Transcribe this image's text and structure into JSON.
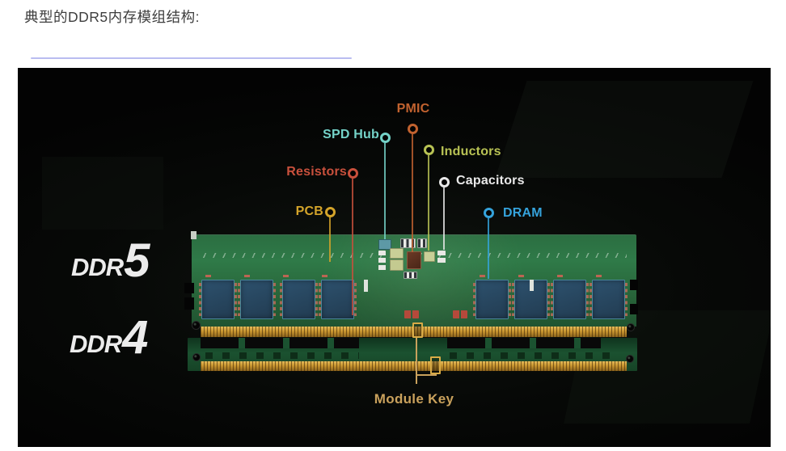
{
  "header": {
    "title": "典型的DDR5内存模组结构:"
  },
  "figure": {
    "modules": [
      {
        "prefix": "DDR",
        "number": "5"
      },
      {
        "prefix": "DDR",
        "number": "4"
      }
    ],
    "callouts": [
      {
        "label": "Resistors",
        "color": "#c8503c"
      },
      {
        "label": "SPD Hub",
        "color": "#74d2c8"
      },
      {
        "label": "PMIC",
        "color": "#c2622f"
      },
      {
        "label": "Inductors",
        "color": "#b8c254"
      },
      {
        "label": "Capacitors",
        "color": "#e9e9e9"
      },
      {
        "label": "PCB",
        "color": "#d4a42a"
      },
      {
        "label": "DRAM",
        "color": "#35a3dc"
      },
      {
        "label": "Module Key",
        "color": "#c9a15c"
      }
    ],
    "accent_underline_color": "#b9bcf0"
  }
}
